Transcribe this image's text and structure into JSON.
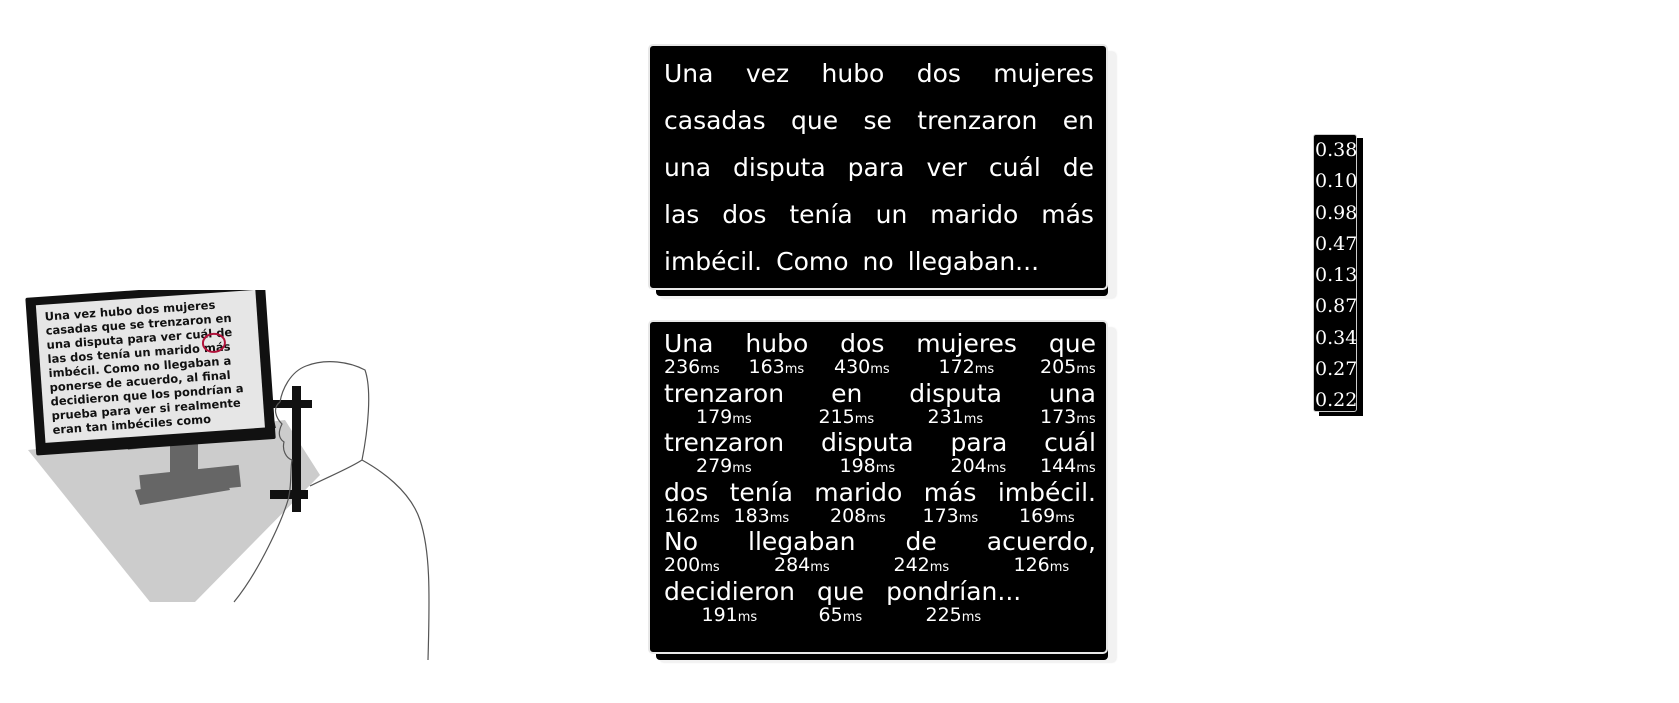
{
  "monitor_text": [
    "Una vez hubo dos mujeres",
    "casadas que se trenzaron en",
    "una disputa para ver cuál de",
    "las dos tenía un marido más",
    "imbécil. Como no llegaban a",
    "ponerse de acuerdo, al final",
    "decidieron que los pondrían a",
    "prueba para ver si realmente",
    "eran tan imbéciles como"
  ],
  "plain_panel": {
    "lines": [
      [
        "Una",
        "vez",
        "hubo",
        "dos",
        "mujeres"
      ],
      [
        "casadas",
        "que",
        "se",
        "trenzaron",
        "en"
      ],
      [
        "una",
        "disputa",
        "para",
        "ver",
        "cuál",
        "de"
      ],
      [
        "las",
        "dos",
        "tenía",
        "un",
        "marido",
        "más"
      ],
      [
        "imbécil.",
        "Como",
        "no",
        "llegaban..."
      ]
    ]
  },
  "timed_panel": {
    "ms_unit": "ms",
    "lines": [
      {
        "words": [
          "Una",
          "hubo",
          "dos",
          "mujeres",
          "que"
        ],
        "times": [
          "236",
          "163",
          "430",
          "172",
          "205"
        ]
      },
      {
        "words": [
          "trenzaron",
          "en",
          "disputa",
          "una"
        ],
        "times": [
          "179",
          "215",
          "231",
          "173"
        ]
      },
      {
        "words": [
          "trenzaron",
          "disputa",
          "para",
          "cuál"
        ],
        "times": [
          "279",
          "198",
          "204",
          "144"
        ]
      },
      {
        "words": [
          "dos",
          "tenía",
          "marido",
          "más",
          "imbécil."
        ],
        "times": [
          "162",
          "183",
          "208",
          "173",
          "169"
        ]
      },
      {
        "words": [
          "No",
          "llegaban",
          "de",
          "acuerdo,"
        ],
        "times": [
          "200",
          "284",
          "242",
          "126"
        ]
      },
      {
        "words": [
          "decidieron",
          "que",
          "pondrían..."
        ],
        "times": [
          "191",
          "65",
          "225"
        ]
      }
    ]
  },
  "scores": [
    "0.38",
    "0.10",
    "0.98",
    "0.47",
    "0.13",
    "0.87",
    "0.34",
    "0.27",
    "0.22"
  ]
}
